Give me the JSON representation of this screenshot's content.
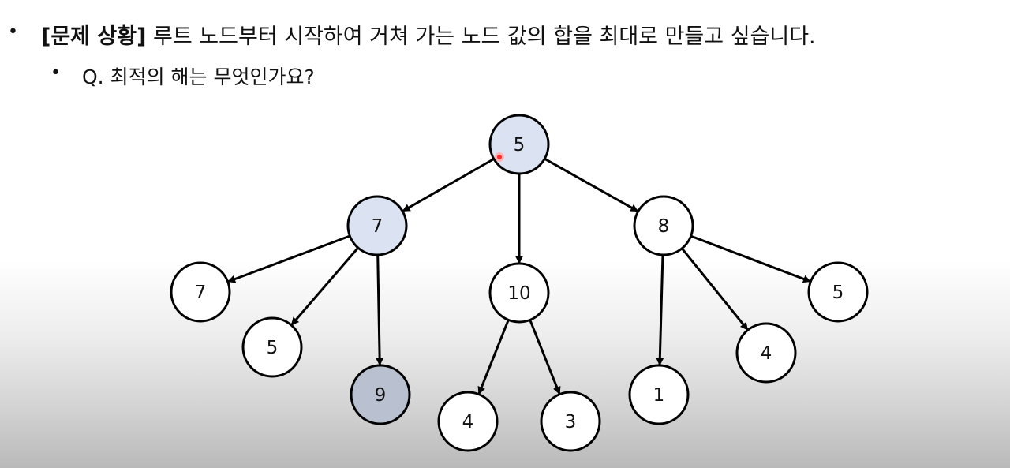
{
  "slide": {
    "bullet1": {
      "marker": "•",
      "bold": "[문제 상황]",
      "text": " 루트 노드부터 시작하여 거쳐 가는 노드 값의 합을 최대로 만들고 싶습니다."
    },
    "bullet2": {
      "marker": "•",
      "text": "Q. 최적의 해는 무엇인가요?"
    }
  },
  "tree": {
    "colors": {
      "highlight": "#dbe3f3",
      "selected": "#b9c1d0",
      "normal": "#ffffff",
      "stroke": "#000000",
      "cursor": "#ff2a2a"
    },
    "nodes": [
      {
        "id": "n0",
        "label": "5",
        "state": "highlight"
      },
      {
        "id": "n1",
        "label": "7",
        "state": "highlight"
      },
      {
        "id": "n2",
        "label": "10",
        "state": "normal"
      },
      {
        "id": "n3",
        "label": "8",
        "state": "normal"
      },
      {
        "id": "n4",
        "label": "7",
        "state": "normal"
      },
      {
        "id": "n5",
        "label": "5",
        "state": "normal"
      },
      {
        "id": "n6",
        "label": "9",
        "state": "selected"
      },
      {
        "id": "n7",
        "label": "4",
        "state": "normal"
      },
      {
        "id": "n8",
        "label": "3",
        "state": "normal"
      },
      {
        "id": "n9",
        "label": "1",
        "state": "normal"
      },
      {
        "id": "n10",
        "label": "4",
        "state": "normal"
      },
      {
        "id": "n11",
        "label": "5",
        "state": "normal"
      }
    ],
    "edges": [
      [
        "n0",
        "n1"
      ],
      [
        "n0",
        "n2"
      ],
      [
        "n0",
        "n3"
      ],
      [
        "n1",
        "n4"
      ],
      [
        "n1",
        "n5"
      ],
      [
        "n1",
        "n6"
      ],
      [
        "n2",
        "n7"
      ],
      [
        "n2",
        "n8"
      ],
      [
        "n3",
        "n9"
      ],
      [
        "n3",
        "n10"
      ],
      [
        "n3",
        "n11"
      ]
    ]
  }
}
